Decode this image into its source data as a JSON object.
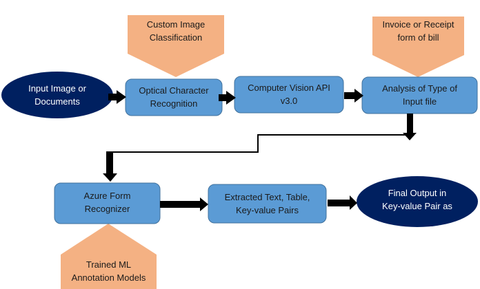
{
  "diagram": {
    "colors": {
      "process_fill": "#5b9bd5",
      "process_stroke": "#41719c",
      "terminal_fill": "#002060",
      "callout_fill": "#f4b183",
      "arrow": "#000000",
      "terminal_text": "#ffffff",
      "body_text": "#1a1a1a"
    },
    "nodes": {
      "input": {
        "label": "Input Image or\nDocuments",
        "shape": "ellipse"
      },
      "ocr": {
        "label": "Optical Character\nRecognition",
        "shape": "rounded-rect"
      },
      "cv_api": {
        "label": "Computer Vision API\nv3.0",
        "shape": "rounded-rect"
      },
      "analysis": {
        "label": "Analysis of Type of\nInput file",
        "shape": "rounded-rect"
      },
      "form_recognizer": {
        "label": "Azure Form\nRecognizer",
        "shape": "rounded-rect"
      },
      "extracted": {
        "label": "Extracted Text, Table,\nKey-value Pairs",
        "shape": "rounded-rect"
      },
      "output": {
        "label": "Final Output in\nKey-value Pair as",
        "shape": "ellipse"
      }
    },
    "callouts": {
      "custom_image": {
        "label": "Custom Image\nClassification",
        "points_to": "ocr"
      },
      "invoice": {
        "label": "Invoice or Receipt\nform of bill",
        "points_to": "analysis"
      },
      "trained_ml": {
        "label": "Trained ML\nAnnotation Models",
        "points_to": "form_recognizer"
      }
    },
    "edges": [
      {
        "from": "input",
        "to": "ocr"
      },
      {
        "from": "ocr",
        "to": "cv_api"
      },
      {
        "from": "cv_api",
        "to": "analysis"
      },
      {
        "from": "analysis",
        "to": "form_recognizer"
      },
      {
        "from": "form_recognizer",
        "to": "extracted"
      },
      {
        "from": "extracted",
        "to": "output"
      }
    ]
  }
}
